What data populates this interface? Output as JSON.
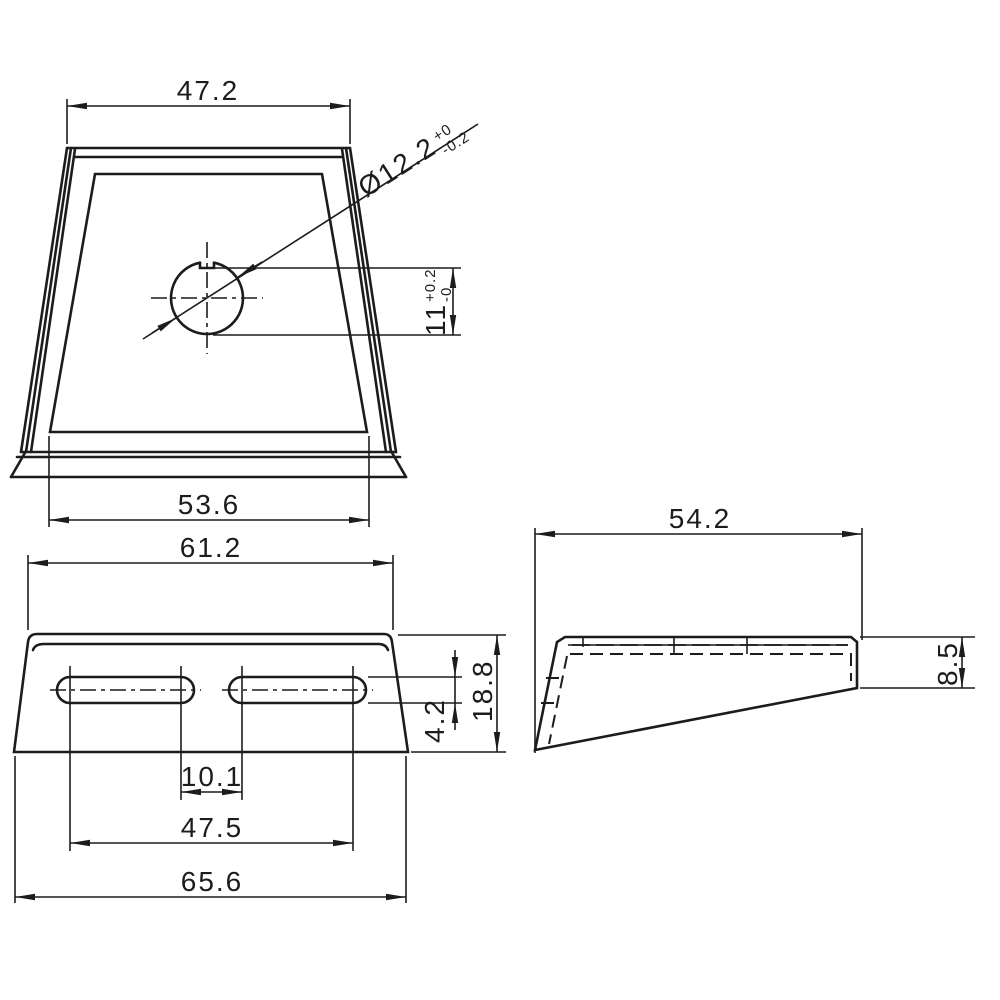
{
  "drawing": {
    "type": "technical-drawing",
    "part": "tapered furniture leg, three orthographic views",
    "front_view": {
      "dims": {
        "top_width": "47.2",
        "bottom_width": "53.6",
        "hole_diameter": "Ø12.2",
        "hole_tol_upper": "+0",
        "hole_tol_lower": "-0.2",
        "keyway_depth": "11",
        "keyway_tol_upper": "+0.2",
        "keyway_tol_lower": "-0"
      }
    },
    "bottom_view": {
      "dims": {
        "inner_width": "61.2",
        "slot_gap": "10.1",
        "slot_span": "47.5",
        "overall_width": "65.6",
        "slot_width": "4.2",
        "height": "18.8"
      }
    },
    "side_view": {
      "dims": {
        "top_width": "54.2",
        "end_height": "8.5"
      }
    },
    "colors": {
      "line": "#1c1c1c",
      "background": "#ffffff"
    }
  }
}
